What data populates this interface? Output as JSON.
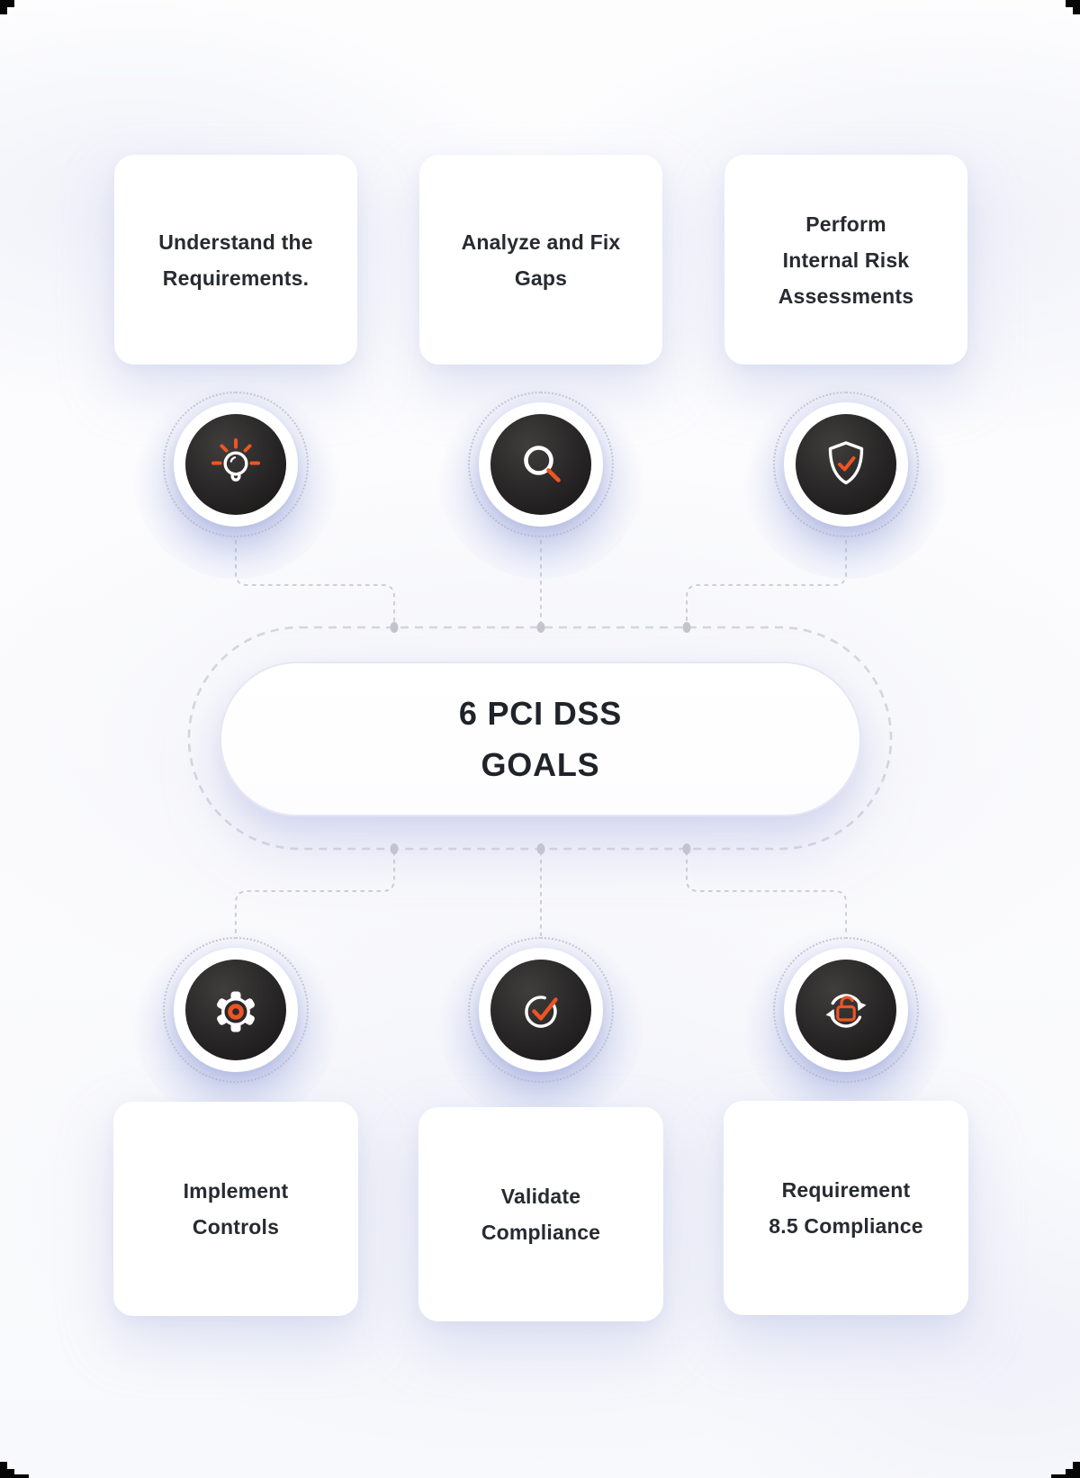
{
  "title": "6 PCI DSS GOALS infographic",
  "center_pill": {
    "lines": [
      "6 PCI DSS",
      "GOALS"
    ]
  },
  "goals": {
    "top": [
      {
        "label_lines": [
          "Understand the",
          "Requirements."
        ],
        "icon": "lightbulb-icon"
      },
      {
        "label_lines": [
          "Analyze and Fix",
          "Gaps"
        ],
        "icon": "magnifier-icon"
      },
      {
        "label_lines": [
          "Perform",
          "Internal Risk",
          "Assessments"
        ],
        "icon": "shield-check-icon"
      }
    ],
    "bottom": [
      {
        "label_lines": [
          "Implement",
          "Controls"
        ],
        "icon": "gear-icon"
      },
      {
        "label_lines": [
          "Validate",
          "Compliance"
        ],
        "icon": "check-circle-icon"
      },
      {
        "label_lines": [
          "Requirement",
          "8.5 Compliance"
        ],
        "icon": "lock-refresh-icon"
      }
    ]
  },
  "colors": {
    "accent_orange": "#ee5424",
    "icon_disc_dark": "#262423",
    "text_dark": "#272b31",
    "dashed_gray": "#d5d5dd",
    "halo_lavender": "#dfe3f5",
    "card_bg": "#ffffff"
  }
}
